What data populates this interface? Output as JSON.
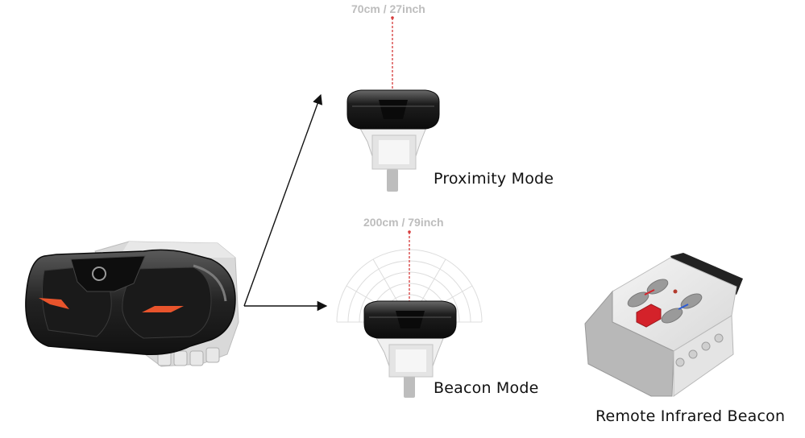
{
  "modes": {
    "proximity": {
      "label": "Proximity Mode",
      "range": "70cm / 27inch"
    },
    "beacon": {
      "label": "Beacon Mode",
      "range": "200cm / 79inch"
    }
  },
  "remote": {
    "label": "Remote Infrared Beacon"
  },
  "colors": {
    "arrow": "#111111",
    "range_line": "#d63a3a",
    "sensor_body": "#1b1b1b",
    "sensor_stem": "#e9e9e9",
    "eye_accent": "#e8542c",
    "remote_red": "#d4222a",
    "remote_blue": "#2c5bd4"
  }
}
